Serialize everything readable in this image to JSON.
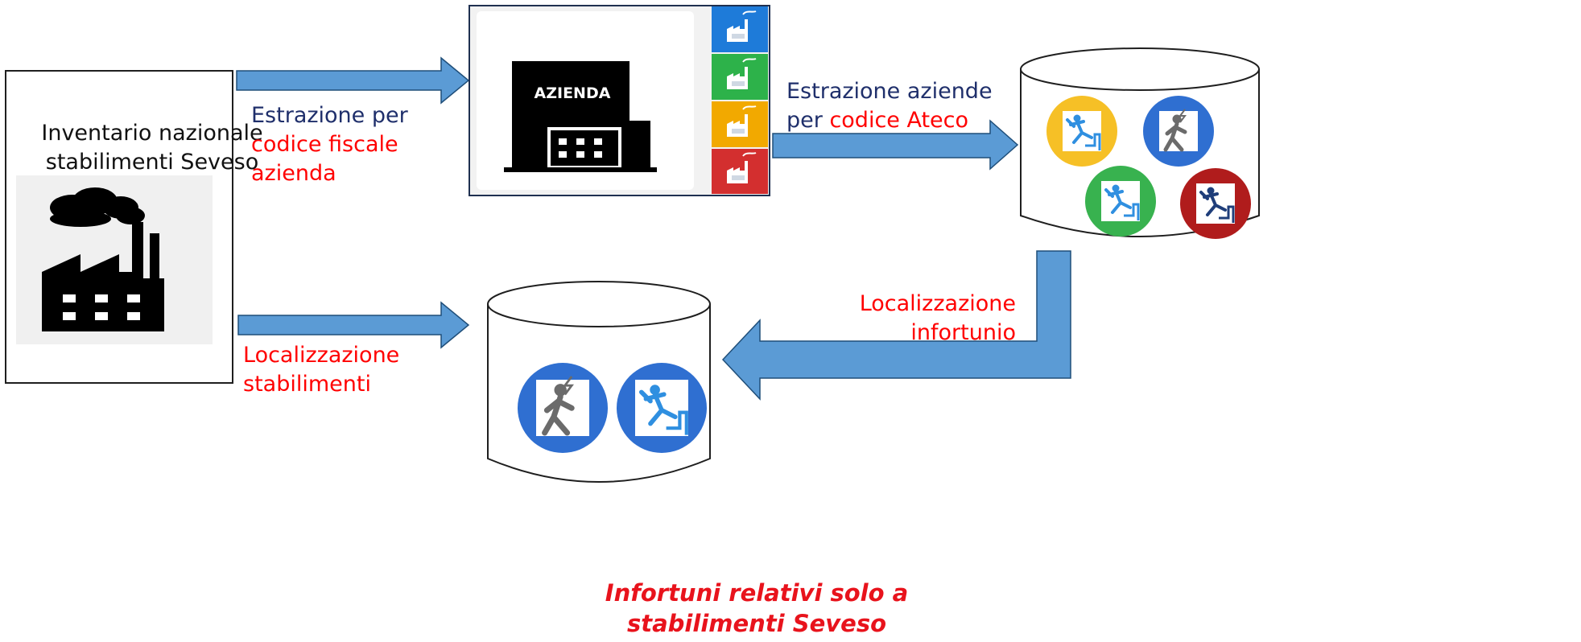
{
  "inventory": {
    "line1": "Inventario nazionale",
    "line2": "stabilimenti Seveso"
  },
  "company_sign": "AZIENDA",
  "arrows": {
    "to_company": {
      "line1": "Estrazione per",
      "line2": "codice fiscale",
      "line3": "azienda"
    },
    "to_database": {
      "line1": "Estrazione aziende",
      "line2_prefix": "per ",
      "line2_highlight": "codice Ateco"
    },
    "localization_injury": {
      "line1": "Localizzazione",
      "line2": "infortunio"
    },
    "localization_plants": {
      "line1": "Localizzazione",
      "line2": "stabilimenti"
    }
  },
  "result_caption": {
    "line1": "Infortuni relativi solo a",
    "line2": "stabilimenti Seveso"
  },
  "colors": {
    "arrow_fill": "#5b9bd5",
    "arrow_stroke": "#1f4e79",
    "text_navy": "#1f2f6b",
    "text_red": "#ff0000",
    "status_blue": "#1e7bd9",
    "status_green": "#2db24a",
    "status_yellow": "#f2a900",
    "status_red": "#d32f2f",
    "accident_yellow": "#f6c026",
    "accident_blue": "#2f6fd1",
    "accident_green": "#38b24f",
    "accident_darkred": "#b01c1c"
  },
  "icons": {
    "factory": "factory-icon",
    "company_building": "company-building-icon",
    "status_plants": [
      "blue-plant-icon",
      "green-plant-icon",
      "yellow-plant-icon",
      "red-plant-icon"
    ],
    "accidents_db": [
      "fall-accident-yellow-icon",
      "electrocution-accident-blue-icon",
      "fall-accident-green-icon",
      "fall-accident-darkred-icon"
    ],
    "accidents_result": [
      "electrocution-accident-icon",
      "fall-accident-icon"
    ]
  }
}
